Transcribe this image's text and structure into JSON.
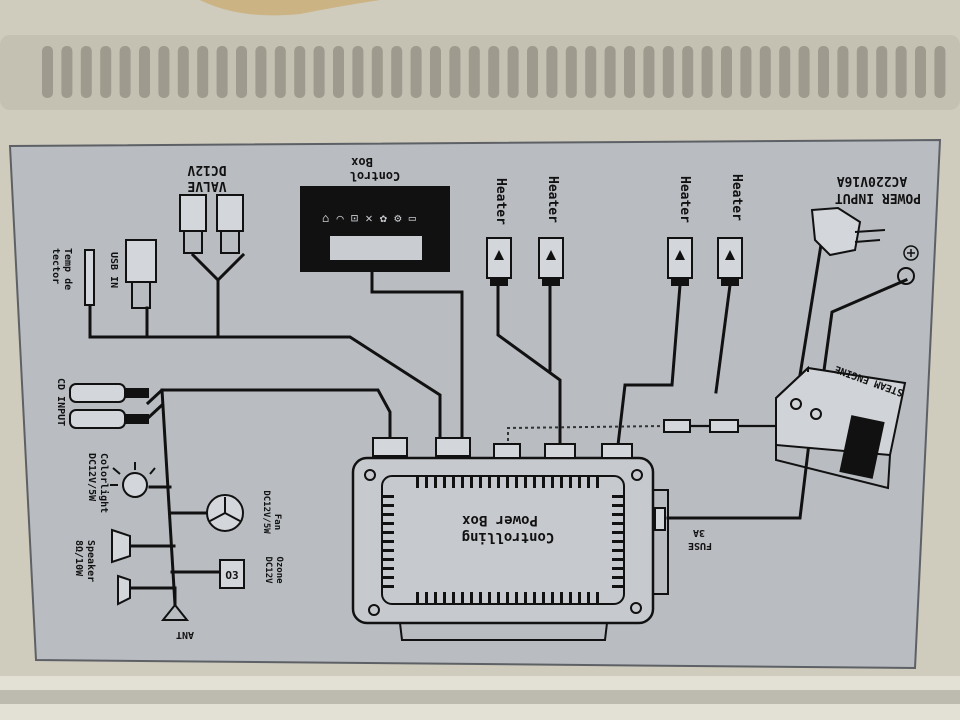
{
  "labels": {
    "valve_line1": "VALVE",
    "valve_line2": "DC12V",
    "control_line1": "Control",
    "control_line2": "Box",
    "heater": "Heater",
    "power_line1": "POWER INPUT",
    "power_line2": "AC220V16A",
    "usb": "USB IN",
    "temp_line1": "Temp de",
    "temp_line2": "tector",
    "cd": "CD INPUT",
    "colorlight_line1": "Colorlight",
    "colorlight_line2": "DC12V/5W",
    "fan_line1": "Fan",
    "fan_line2": "DC12V/5W",
    "ozone_line1": "Ozone",
    "ozone_line2": "DC12V",
    "speaker_line1": "Speaker",
    "speaker_line2": "8Ω/10W",
    "ant": "ANT",
    "powerbox_line1": "Controlling",
    "powerbox_line2": "Power Box",
    "fuse_line1": "FUSE",
    "fuse_line2": "3A",
    "steam_engine": "STEAM ENGINE",
    "ozone_symbol": "O3"
  },
  "colors": {
    "panel": "#b9bdc2",
    "housing": "#cfcbbd",
    "ink": "#111111"
  }
}
